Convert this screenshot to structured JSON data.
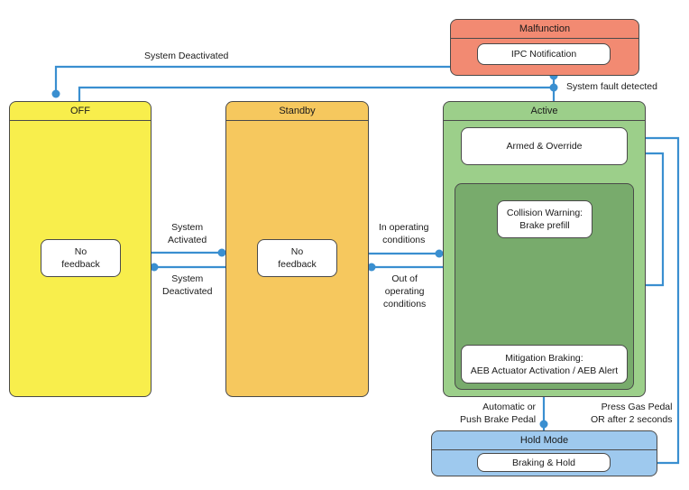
{
  "states": {
    "off": {
      "title": "OFF",
      "inner": "No\nfeedback"
    },
    "standby": {
      "title": "Standby",
      "inner": "No\nfeedback"
    },
    "active": {
      "title": "Active",
      "armed": "Armed & Override",
      "collision": "Collision Warning:\nBrake prefill",
      "mitigation": "Mitigation Braking:\nAEB Actuator Activation / AEB Alert"
    },
    "malfunction": {
      "title": "Malfunction",
      "inner": "IPC Notification"
    },
    "hold": {
      "title": "Hold Mode",
      "inner": "Braking & Hold"
    }
  },
  "transitions": {
    "system_deactivated_top": "System Deactivated",
    "system_fault": "System fault detected",
    "system_activated": "System\nActivated",
    "system_deactivated": "System\nDeactivated",
    "in_operating": "In operating\nconditions",
    "out_operating": "Out of\noperating\nconditions",
    "automatic": "Automatic or\nPush Brake Pedal",
    "press_gas": "Press Gas Pedal\nOR after 2 seconds"
  },
  "colors": {
    "off": "#f8ee4c",
    "standby": "#f6c85e",
    "active": "#9ccf8a",
    "active_inner": "#78ab6c",
    "malfunction": "#f28a72",
    "hold": "#9ec9ee",
    "connector": "#3a8fd0"
  }
}
